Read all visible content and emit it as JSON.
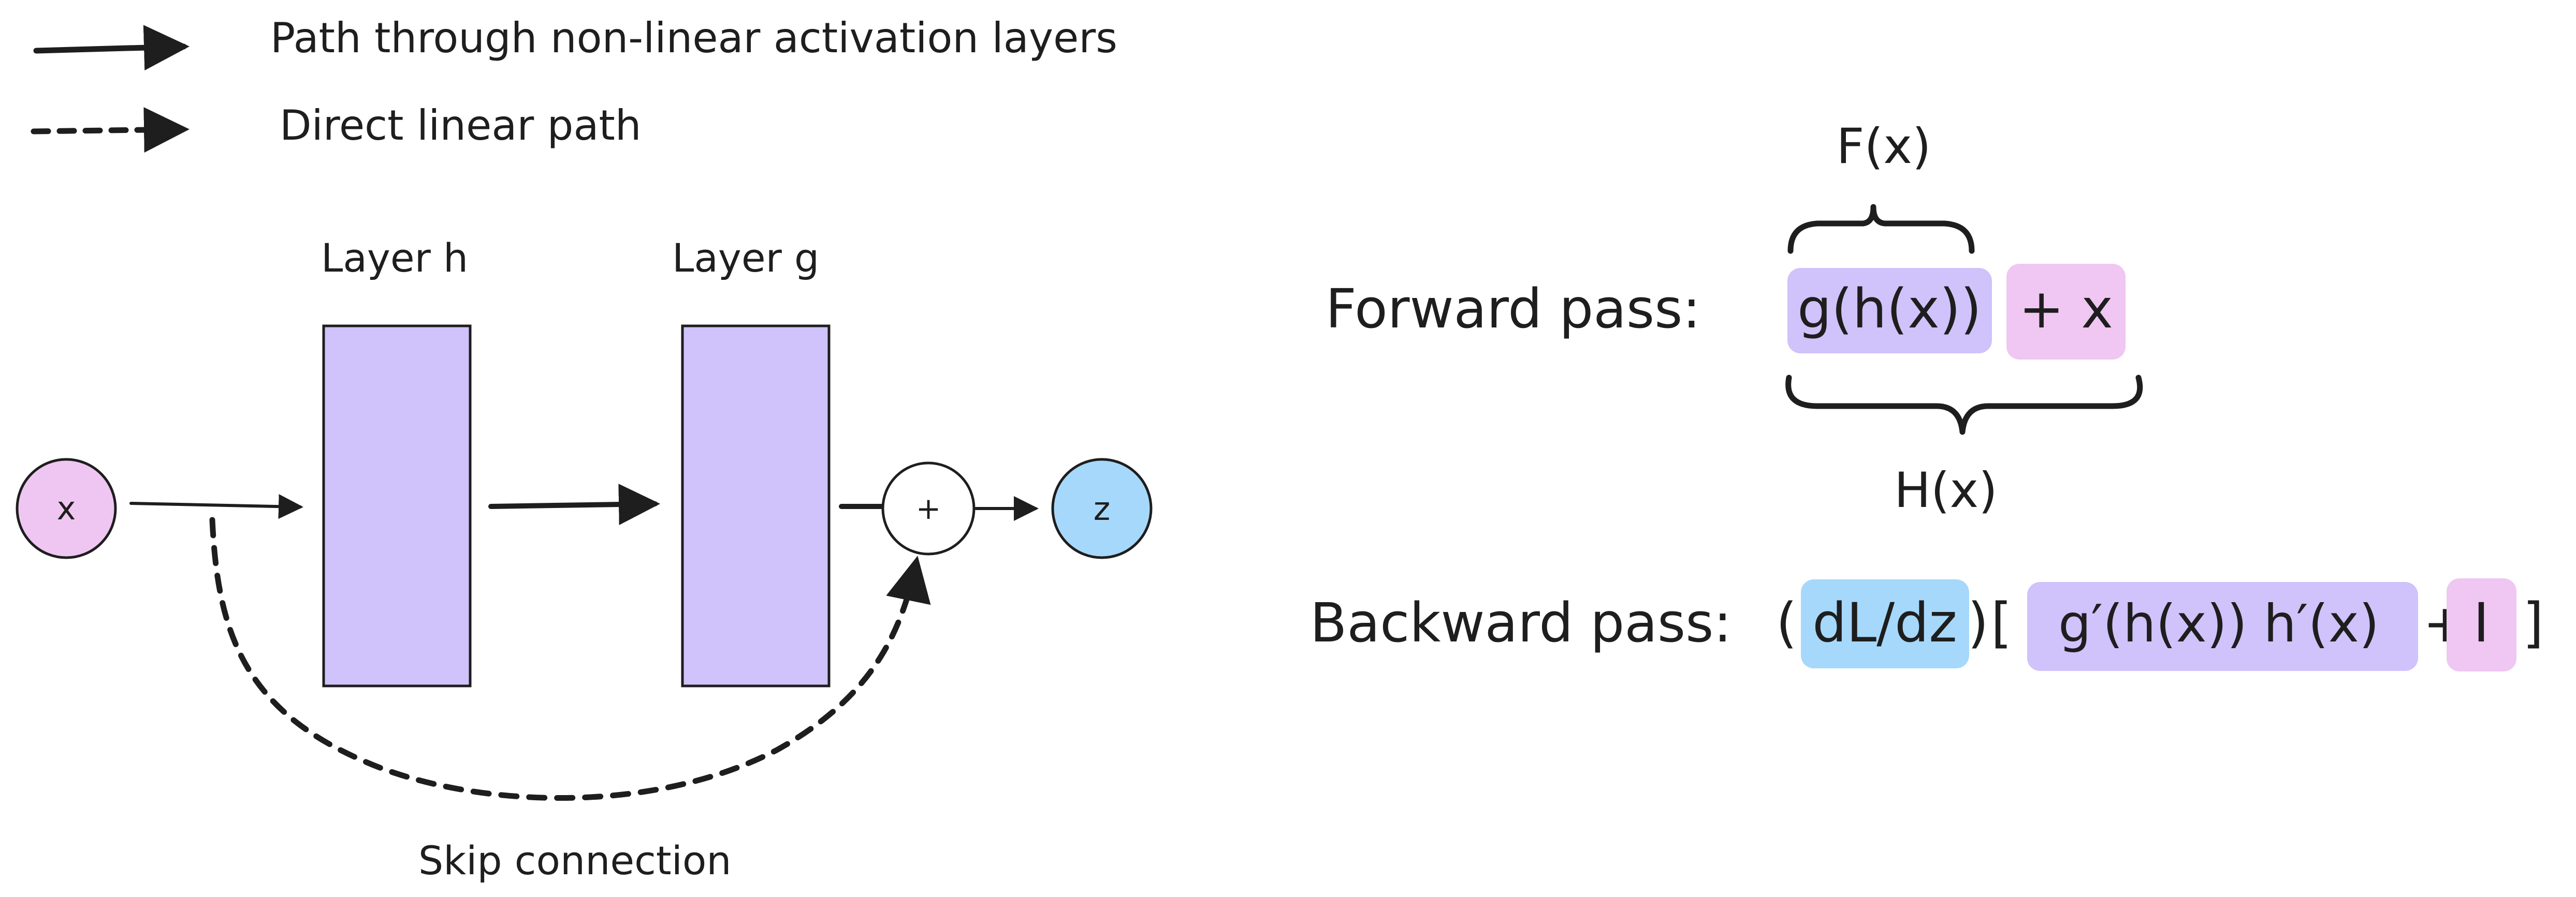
{
  "legend": {
    "solid_label": "Path through non-linear activation layers",
    "dashed_label": "Direct linear path"
  },
  "network": {
    "input_label": "x",
    "layer_h_label": "Layer h",
    "layer_g_label": "Layer g",
    "sum_label": "+",
    "output_label": "z",
    "skip_label": "Skip connection"
  },
  "equations": {
    "forward": {
      "label": "Forward pass:",
      "f_label": "F(x)",
      "gh_term": "g(h(x))",
      "plus_x_term": "+ x",
      "h_label": "H(x)"
    },
    "backward": {
      "label": "Backward pass:",
      "open_paren": "(",
      "dldz_term": "dL/dz",
      "close_paren": ")",
      "open_bracket": "[",
      "derivative_term": "g′(h(x)) h′(x)",
      "plus_sign": "+",
      "identity_term": "I",
      "close_bracket": "]"
    }
  },
  "colors": {
    "input_fill": "#efc6f2",
    "layer_fill": "#d0c2fb",
    "output_fill": "#a6d8fb",
    "plus_x_fill": "#f0c6f2",
    "identity_fill": "#f0c6f2",
    "dldz_fill": "#a6d8fb",
    "line": "#1e1e1e"
  }
}
